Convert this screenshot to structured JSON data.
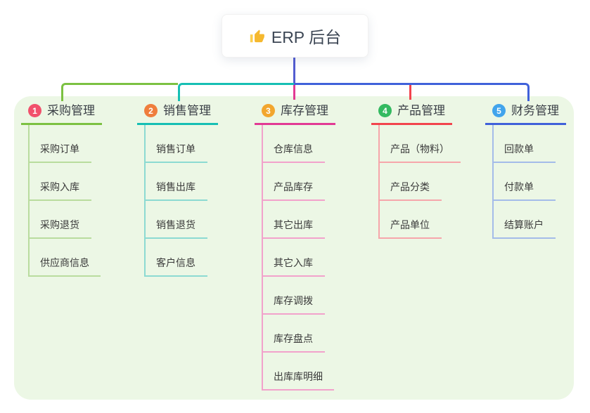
{
  "root": {
    "title": "ERP 后台",
    "icon": "thumbs-up-icon",
    "icon_color": "#f5b82e"
  },
  "panel_color": "#ecf7e5",
  "stem_color": "#535dd1",
  "branches": [
    {
      "num": "1",
      "title": "采购管理",
      "badge_color": "#f1516c",
      "line_color": "#7cc142",
      "child_line_color": "#b9dc9e",
      "children": [
        "采购订单",
        "采购入库",
        "采购退货",
        "供应商信息"
      ]
    },
    {
      "num": "2",
      "title": "销售管理",
      "badge_color": "#ef7e3d",
      "line_color": "#16bfb4",
      "child_line_color": "#8cdad2",
      "children": [
        "销售订单",
        "销售出库",
        "销售退货",
        "客户信息"
      ]
    },
    {
      "num": "3",
      "title": "库存管理",
      "badge_color": "#f2a62e",
      "line_color": "#e23a94",
      "child_line_color": "#f2a2cb",
      "children": [
        "仓库信息",
        "产品库存",
        "其它出库",
        "其它入库",
        "库存调拨",
        "库存盘点",
        "出库库明细"
      ]
    },
    {
      "num": "4",
      "title": "产品管理",
      "badge_color": "#34ba61",
      "line_color": "#f2444d",
      "child_line_color": "#f6a6ab",
      "children": [
        "产品（物料）",
        "产品分类",
        "产品单位"
      ]
    },
    {
      "num": "5",
      "title": "财务管理",
      "badge_color": "#41a4ec",
      "line_color": "#4061da",
      "child_line_color": "#a4bce9",
      "children": [
        "回款单",
        "付款单",
        "结算账户"
      ]
    }
  ]
}
